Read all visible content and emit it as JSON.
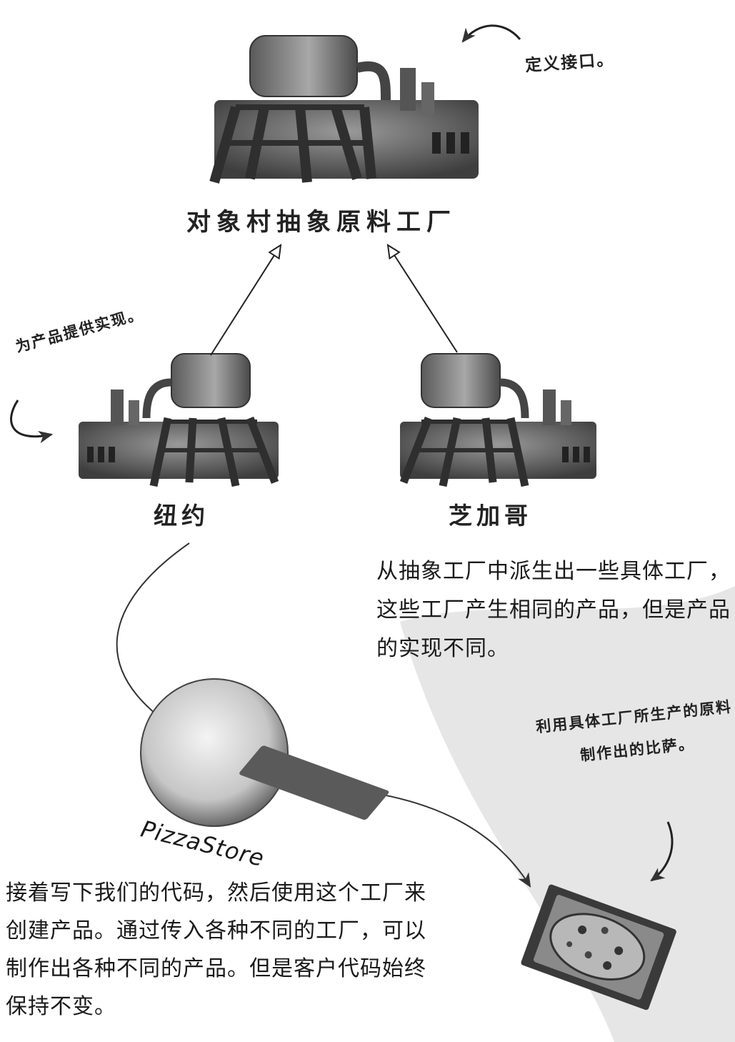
{
  "diagram": {
    "abstract_factory_label": "对象村抽象原料工厂",
    "define_interface_note": "定义接口。",
    "provide_impl_note": "为产品提供实现。",
    "new_york_label": "纽约",
    "chicago_label": "芝加哥",
    "concrete_factories_paragraph": "从抽象工厂中派生出一些具体工厂，这些工厂产生相同的产品，但是产品的实现不同。",
    "pizza_note": "利用具体工厂所生产的原料制作出的比萨。",
    "pizzastore_label": "PizzaStore",
    "client_code_paragraph": "接着写下我们的代码，然后使用这个工厂来创建产品。通过传入各种不同的工厂，可以制作出各种不同的产品。但是客户代码始终保持不变。"
  }
}
